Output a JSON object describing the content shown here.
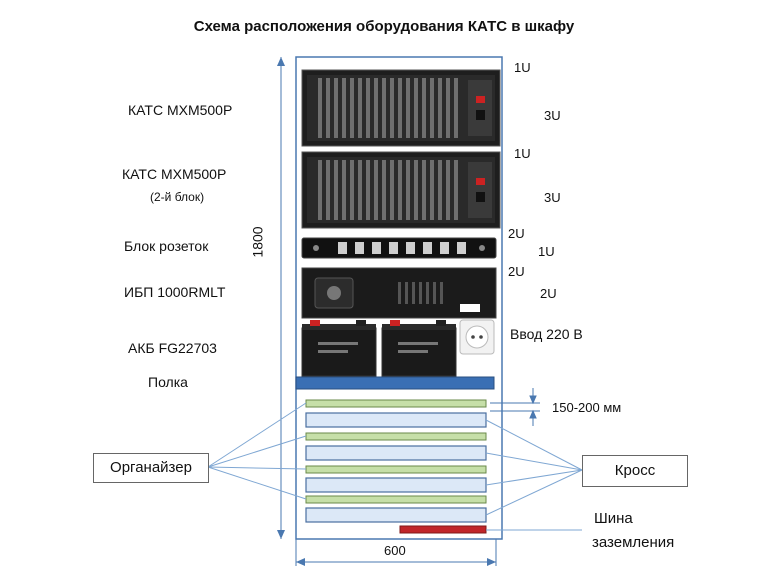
{
  "title": "Схема расположения оборудования КАТС в шкафу",
  "labels": {
    "kats1": "КАТС MXM500P",
    "kats2": "КАТС MXM500P",
    "kats2_note": "(2-й блок)",
    "sockets": "Блок розеток",
    "ups": "ИБП 1000RMLT",
    "battery": "АКБ FG22703",
    "shelf": "Полка",
    "input": "Ввод 220 В",
    "organizer": "Органайзер",
    "cross": "Кросс",
    "ground_1": "Шина",
    "ground_2": "заземления"
  },
  "units": {
    "u1": "1U",
    "u2": "3U",
    "u3": "1U",
    "u4": "3U",
    "u5": "2U",
    "u6": "1U",
    "u7": "2U",
    "u8": "2U"
  },
  "dimensions": {
    "height": "1800",
    "width": "600",
    "spacing": "150-200 мм"
  },
  "colors": {
    "rack_frame": "#4a78b0",
    "shelf": "#3a6fb4",
    "organizer": "#c6dfa8",
    "cross": "#dce8f7",
    "ground_bus": "#c0262a",
    "leader": "#7fa7d3"
  }
}
